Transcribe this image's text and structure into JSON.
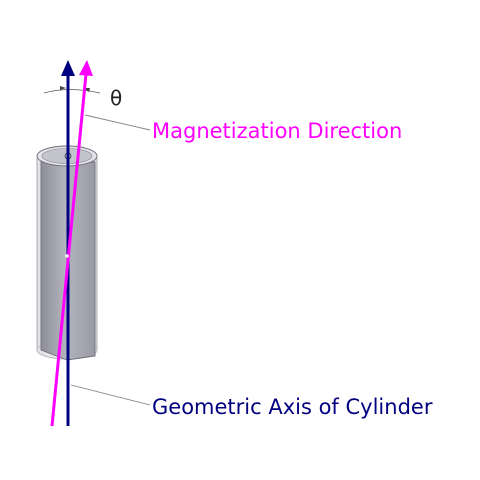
{
  "labels": {
    "theta": "θ",
    "magnetization": "Magnetization Direction",
    "geometric_axis": "Geometric Axis of Cylinder"
  },
  "colors": {
    "magnetization": "#ff00ff",
    "geometric_axis": "#000080",
    "leader": "#808080",
    "cylinder_fill": "#a8a8b4",
    "cylinder_shell": "#d8d8de"
  },
  "angle_deg": 5
}
